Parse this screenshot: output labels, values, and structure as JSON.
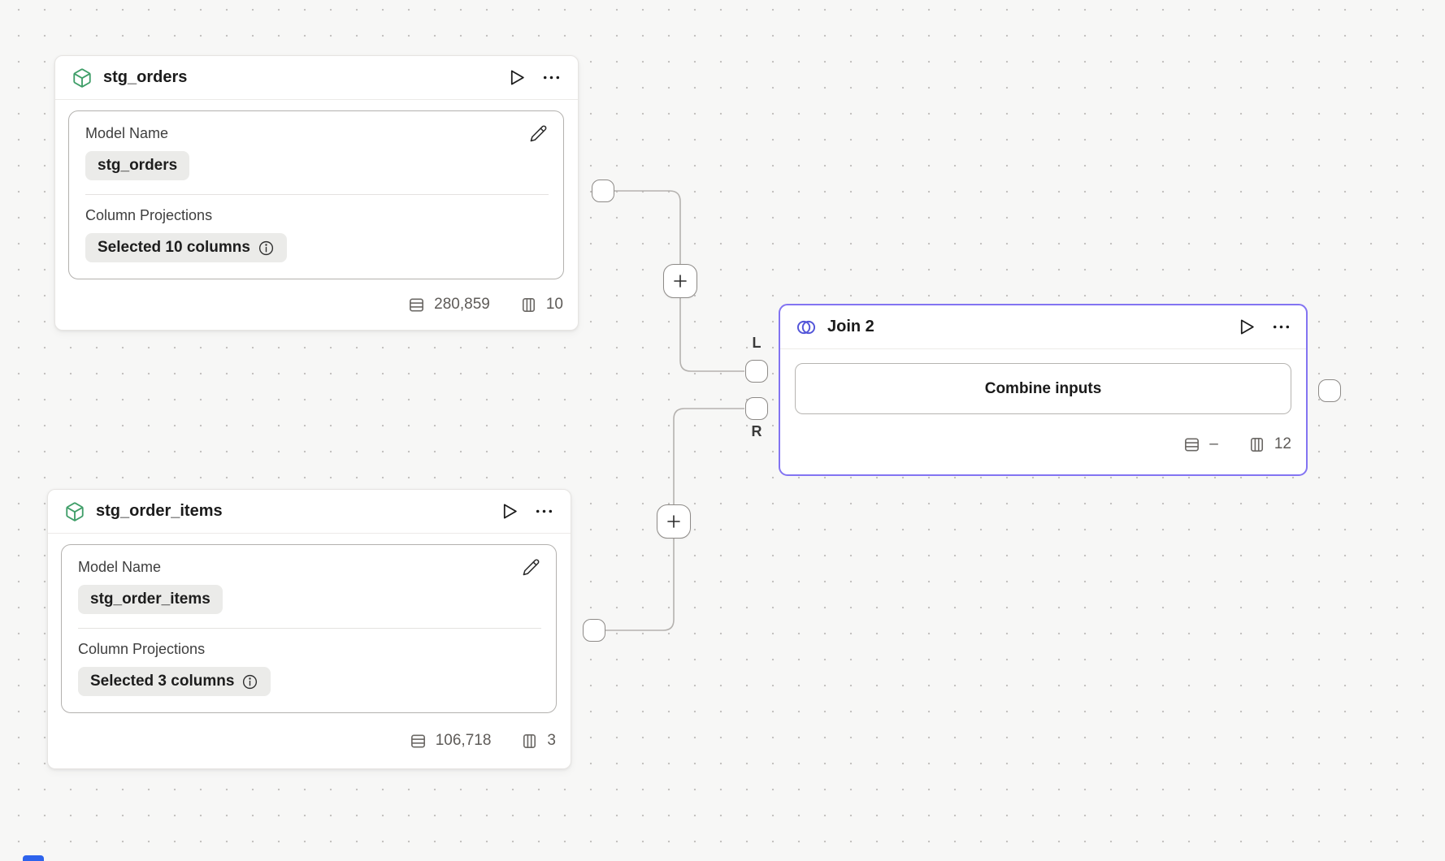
{
  "canvas": {
    "background_color": "#f7f7f6",
    "dot_color": "#c4c2c0",
    "edge_color": "#b5b2af",
    "accent_green": "#3f9e68",
    "accent_indigo": "#5356d9",
    "join_border_color": "#8374f2"
  },
  "nodes": {
    "stg_orders": {
      "title": "stg_orders",
      "icon": "cube-icon",
      "model_name_label": "Model Name",
      "model_name_value": "stg_orders",
      "column_projections_label": "Column Projections",
      "column_projections_value": "Selected 10 columns",
      "row_count": "280,859",
      "column_count": "10"
    },
    "stg_order_items": {
      "title": "stg_order_items",
      "icon": "cube-icon",
      "model_name_label": "Model Name",
      "model_name_value": "stg_order_items",
      "column_projections_label": "Column Projections",
      "column_projections_value": "Selected 3 columns",
      "row_count": "106,718",
      "column_count": "3"
    },
    "join": {
      "title": "Join 2",
      "icon": "join-circles-icon",
      "combine_button_label": "Combine inputs",
      "row_count": "–",
      "column_count": "12",
      "left_port_label": "L",
      "right_port_label": "R"
    }
  }
}
